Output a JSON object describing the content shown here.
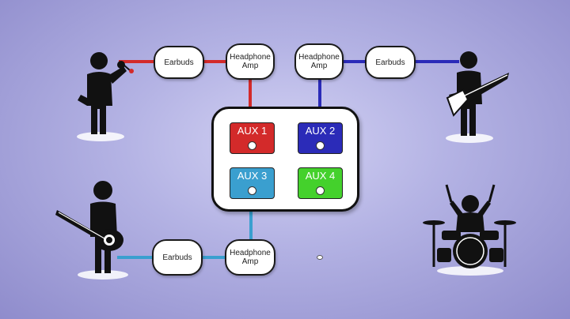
{
  "colors": {
    "red": "#d32a2a",
    "blue": "#2b2bb8",
    "light_blue": "#3a9fcf",
    "green": "#44d12c",
    "figure": "#111111"
  },
  "mixer": {
    "channels": [
      {
        "label": "AUX 1",
        "color": "#d32a2a"
      },
      {
        "label": "AUX 2",
        "color": "#2b2bb8"
      },
      {
        "label": "AUX 3",
        "color": "#3a9fcf"
      },
      {
        "label": "AUX 4",
        "color": "#44d12c"
      }
    ]
  },
  "nodes": {
    "earbuds_top_left": "Earbuds",
    "amp_top_left": "Headphone\nAmp",
    "amp_top_right": "Headphone\nAmp",
    "earbuds_top_right": "Earbuds",
    "earbuds_bottom": "Earbuds",
    "amp_bottom": "Headphone\nAmp"
  },
  "musicians": [
    {
      "role": "singer-icon"
    },
    {
      "role": "guitarist-icon"
    },
    {
      "role": "bassist-icon"
    },
    {
      "role": "drummer-icon"
    }
  ]
}
